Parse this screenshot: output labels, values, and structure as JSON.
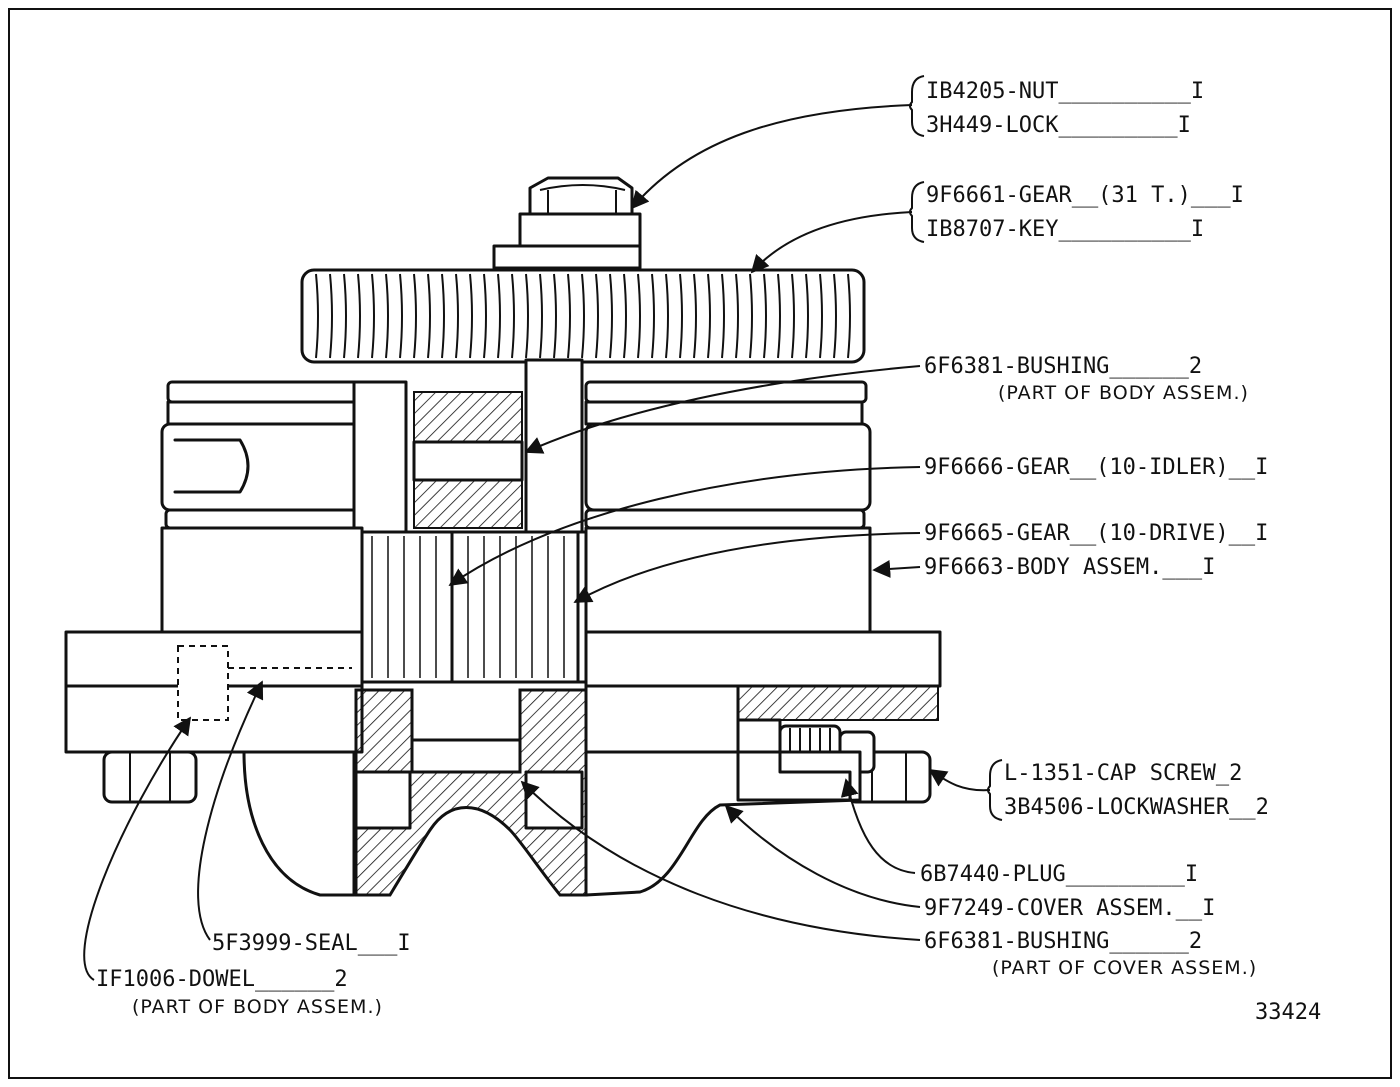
{
  "figure_number": "33424",
  "parts": [
    {
      "id": "nut",
      "line": "IB4205-NUT__________I"
    },
    {
      "id": "lock",
      "line": "3H449-LOCK_________I"
    },
    {
      "id": "gear31",
      "line": "9F6661-GEAR__(31 T.)___I"
    },
    {
      "id": "key",
      "line": "IB8707-KEY__________I"
    },
    {
      "id": "bushing-body",
      "line": "6F6381-BUSHING______2",
      "note": "(PART OF BODY ASSEM.)"
    },
    {
      "id": "gear-idler",
      "line": "9F6666-GEAR__(10-IDLER)__I"
    },
    {
      "id": "gear-drive",
      "line": "9F6665-GEAR__(10-DRIVE)__I"
    },
    {
      "id": "body",
      "line": "9F6663-BODY ASSEM.___I"
    },
    {
      "id": "capscrew",
      "line": "L-1351-CAP SCREW_2"
    },
    {
      "id": "lockwasher",
      "line": "3B4506-LOCKWASHER__2"
    },
    {
      "id": "plug",
      "line": "6B7440-PLUG_________I"
    },
    {
      "id": "cover",
      "line": "9F7249-COVER ASSEM.__I"
    },
    {
      "id": "bushing-cover",
      "line": "6F6381-BUSHING______2",
      "note": "(PART OF COVER ASSEM.)"
    },
    {
      "id": "seal",
      "line": "5F3999-SEAL___I"
    },
    {
      "id": "dowel",
      "line": "IF1006-DOWEL______2",
      "note": "(PART OF BODY ASSEM.)"
    }
  ]
}
